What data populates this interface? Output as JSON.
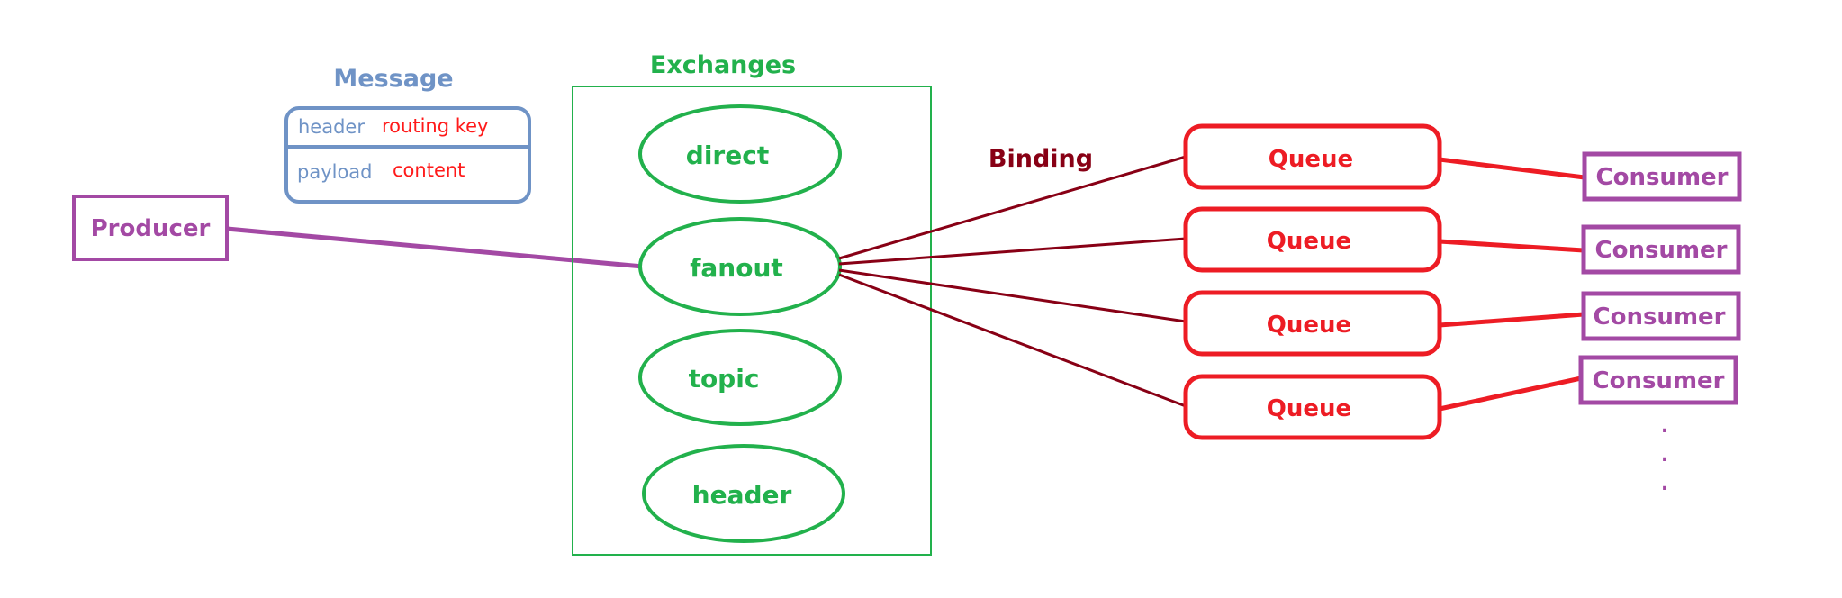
{
  "message": {
    "title": "Message",
    "header_label": "header",
    "header_value": "routing key",
    "payload_label": "payload",
    "payload_value": "content"
  },
  "producer": {
    "label": "Producer"
  },
  "exchanges": {
    "title": "Exchanges",
    "types": [
      "direct",
      "fanout",
      "topic",
      "header"
    ]
  },
  "binding": {
    "label": "Binding"
  },
  "queues": [
    "Queue",
    "Queue",
    "Queue",
    "Queue"
  ],
  "consumers": [
    "Consumer",
    "Consumer",
    "Consumer",
    "Consumer"
  ],
  "ellipsis": [
    ".",
    ".",
    "."
  ],
  "colors": {
    "message": "#6f93c6",
    "routing": "#ff1a1a",
    "exchange": "#22b14c",
    "producer_consumer": "#a349a4",
    "queue": "#ed1c24",
    "binding": "#880015"
  }
}
